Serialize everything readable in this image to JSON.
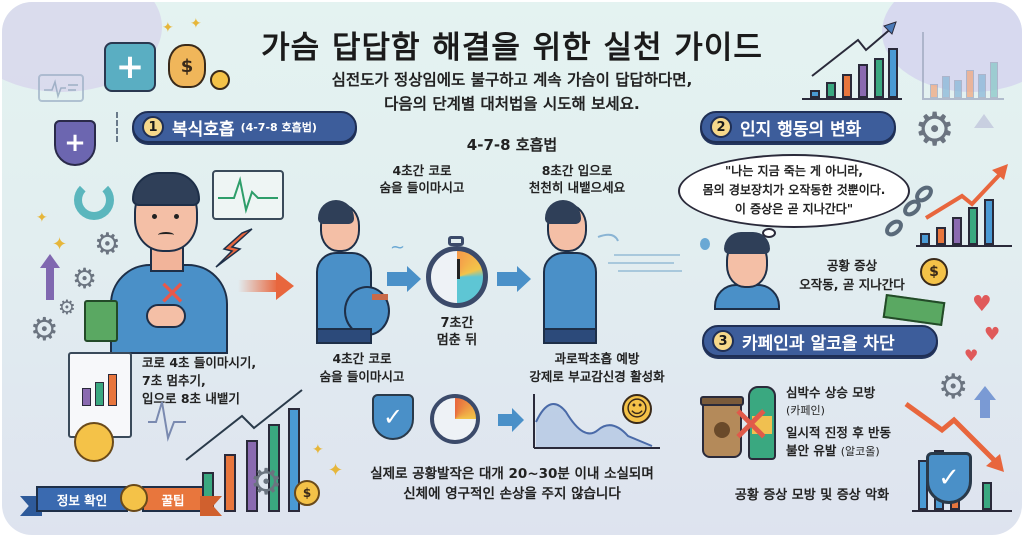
{
  "header": {
    "title": "가슴 답답함 해결을 위한 실천 가이드",
    "subtitle_line1": "심전도가 정상임에도 불구하고 계속 가슴이 답답하다면,",
    "subtitle_line2": "다음의 단계별 대처법을 시도해 보세요."
  },
  "section1": {
    "number": "1",
    "label": "복식호흡",
    "sublabel": "(4-7-8 호흡법)",
    "method_title": "4-7-8 호흡법",
    "step_inhale_top_1": "4초간 코로",
    "step_inhale_top_2": "숨을 들이마시고",
    "step_exhale_top_1": "8초간 입으로",
    "step_exhale_top_2": "천천히 내뱉으세요",
    "step_inhale_bottom_1": "4초간 코로",
    "step_inhale_bottom_2": "숨을 들이마시고",
    "step_hold_1": "7초간",
    "step_hold_2": "멈춘 뒤",
    "effect_1": "과로팍초흡 예방",
    "effect_2": "강제로 부교감신경 활성화",
    "summary_1": "코로 4초 들이마시기,",
    "summary_2": "7초 멈추기,",
    "summary_3": "입으로 8초 내뱉기",
    "reassure_1": "실제로 공황발작은 대개 20~30분 이내 소실되며",
    "reassure_2": "신체에 영구적인 손상을 주지 않습니다"
  },
  "section2": {
    "number": "2",
    "label": "인지 행동의 변화",
    "quote_1": "\"나는 지금 죽는 게 아니라,",
    "quote_2": "몸의 경보장치가 오작동한 것뿐이다.",
    "quote_3": "이 증상은 곧 지나간다\"",
    "caption_1": "공황 증상",
    "caption_2": "오작동, 곧 지나간다"
  },
  "section3": {
    "number": "3",
    "label": "카페인과 알코올 차단",
    "item1_1": "심박수 상승 모방",
    "item1_2": "(카페인)",
    "item2_1": "일시적 진정 후 반동",
    "item2_2": "불안 유발",
    "item2_3": "(알코올)",
    "footer": "공황 증상 모방 및 증상 악화"
  },
  "badge": {
    "left": "정보 확인",
    "right": "꿀팁"
  },
  "icons": {
    "dollar": "$",
    "plus": "+",
    "check": "✓",
    "smile": "☺",
    "sparkle": "✦",
    "heart": "♥",
    "gear": "⚙",
    "cross": "✕"
  },
  "colors": {
    "pill_bg": "#3d5d9b",
    "pill_num": "#f6d88a",
    "accent_orange": "#e8663d",
    "shirt_blue": "#4a90c8",
    "bg_top": "#e4f3f1",
    "bg_bottom": "#dee3ef"
  }
}
